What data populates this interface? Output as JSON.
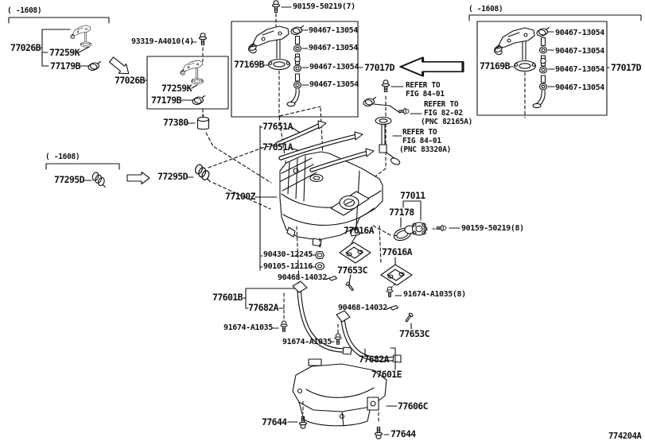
{
  "figure_code": "774204A",
  "variant_notes": {
    "top_left": "(  -1608)",
    "mid_left": "(  -1608)",
    "top_right": "(  -1608)"
  },
  "references": {
    "ref_fig8401_top": [
      "REFER TO",
      "FIG 84-01"
    ],
    "ref_fig8202": [
      "REFER TO",
      "FIG 82-02",
      "(PNC 82165A)"
    ],
    "ref_fig8401_sender": [
      "REFER TO",
      "FIG 84-01",
      "(PNC 83320A)"
    ]
  },
  "callouts": {
    "c77026B_old": "77026B",
    "c77259K_old": "77259K",
    "c77179B_old": "77179B",
    "c93319": "93319-A4010(4)",
    "c77026B": "77026B",
    "c77259K": "77259K",
    "c77179B": "77179B",
    "c77380": "77380",
    "c90159_7": "90159-50219(7)",
    "c77169B_a": "77169B",
    "c90467_a1": "90467-13054",
    "c90467_a2": "90467-13054",
    "c90467_a3": "90467-13054",
    "c90467_a4": "90467-13054",
    "c77017D_a": "77017D",
    "c77169B_b": "77169B",
    "c90467_b1": "90467-13054",
    "c90467_b2": "90467-13054",
    "c90467_b3": "90467-13054",
    "c90467_b4": "90467-13054",
    "c77017D_b": "77017D",
    "c77295D_old": "77295D",
    "c77295D": "77295D",
    "c77651A_1": "77651A",
    "c77651A_2": "77651A",
    "c77100Z": "77100Z",
    "c90430": "90430-12245",
    "c90105": "90105-12116",
    "c77011": "77011",
    "c77178": "77178",
    "c90159_8": "90159-50219(8)",
    "c77616A_1": "77616A",
    "c77616A_2": "77616A",
    "c77653C_1": "77653C",
    "c77653C_2": "77653C",
    "c90468_1": "90468-14032",
    "c90468_2": "90468-14032",
    "c91674_8": "91674-A1035(8)",
    "c91674_1": "91674-A1035",
    "c91674_2": "91674-A1035",
    "c77601B": "77601B",
    "c77682A_1": "77682A",
    "c77682A_2": "77682A",
    "c77601E": "77601E",
    "c77606C": "77606C",
    "c77644_1": "77644",
    "c77644_2": "77644"
  },
  "colors": {
    "line": "#111111",
    "background": "#ffffff"
  }
}
